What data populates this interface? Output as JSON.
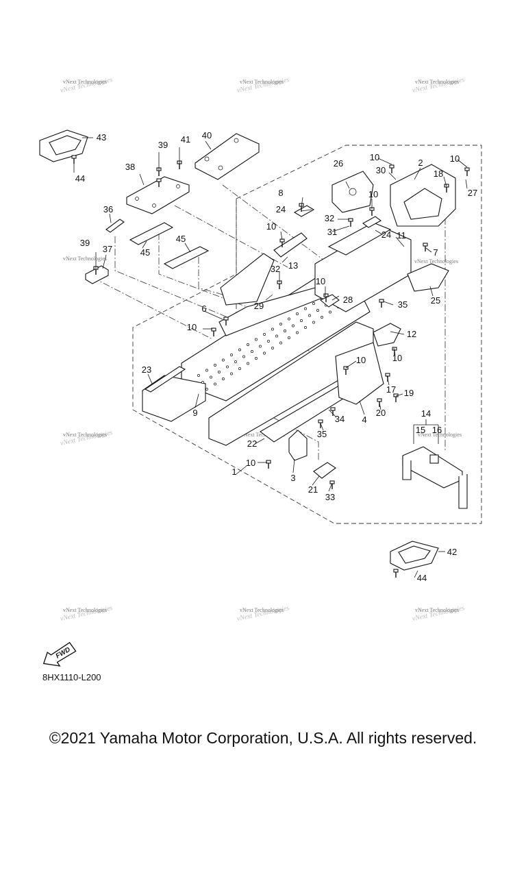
{
  "diagram_code": "8HX1110-L200",
  "copyright": "©2021 Yamaha Motor Corporation, U.S.A. All rights reserved.",
  "watermark_text": "vNext Technologies",
  "fwd_label": "FWD",
  "callouts": [
    {
      "id": "c1",
      "label": "1"
    },
    {
      "id": "c2",
      "label": "2"
    },
    {
      "id": "c3",
      "label": "3"
    },
    {
      "id": "c4",
      "label": "4"
    },
    {
      "id": "c6",
      "label": "6"
    },
    {
      "id": "c7",
      "label": "7"
    },
    {
      "id": "c8",
      "label": "8"
    },
    {
      "id": "c9",
      "label": "9"
    },
    {
      "id": "c10a",
      "label": "10"
    },
    {
      "id": "c10b",
      "label": "10"
    },
    {
      "id": "c10c",
      "label": "10"
    },
    {
      "id": "c10d",
      "label": "10"
    },
    {
      "id": "c10e",
      "label": "10"
    },
    {
      "id": "c10f",
      "label": "10"
    },
    {
      "id": "c10g",
      "label": "10"
    },
    {
      "id": "c10h",
      "label": "10"
    },
    {
      "id": "c10i",
      "label": "10"
    },
    {
      "id": "c11",
      "label": "11"
    },
    {
      "id": "c12",
      "label": "12"
    },
    {
      "id": "c13",
      "label": "13"
    },
    {
      "id": "c14",
      "label": "14"
    },
    {
      "id": "c15",
      "label": "15"
    },
    {
      "id": "c16",
      "label": "16"
    },
    {
      "id": "c17",
      "label": "17"
    },
    {
      "id": "c18",
      "label": "18"
    },
    {
      "id": "c19",
      "label": "19"
    },
    {
      "id": "c20",
      "label": "20"
    },
    {
      "id": "c21",
      "label": "21"
    },
    {
      "id": "c22",
      "label": "22"
    },
    {
      "id": "c23",
      "label": "23"
    },
    {
      "id": "c24a",
      "label": "24"
    },
    {
      "id": "c24b",
      "label": "24"
    },
    {
      "id": "c25",
      "label": "25"
    },
    {
      "id": "c26",
      "label": "26"
    },
    {
      "id": "c27",
      "label": "27"
    },
    {
      "id": "c28",
      "label": "28"
    },
    {
      "id": "c29",
      "label": "29"
    },
    {
      "id": "c30",
      "label": "30"
    },
    {
      "id": "c31",
      "label": "31"
    },
    {
      "id": "c32a",
      "label": "32"
    },
    {
      "id": "c32b",
      "label": "32"
    },
    {
      "id": "c33",
      "label": "33"
    },
    {
      "id": "c34",
      "label": "34"
    },
    {
      "id": "c35a",
      "label": "35"
    },
    {
      "id": "c35b",
      "label": "35"
    },
    {
      "id": "c36",
      "label": "36"
    },
    {
      "id": "c37",
      "label": "37"
    },
    {
      "id": "c38",
      "label": "38"
    },
    {
      "id": "c39a",
      "label": "39"
    },
    {
      "id": "c39b",
      "label": "39"
    },
    {
      "id": "c40",
      "label": "40"
    },
    {
      "id": "c41",
      "label": "41"
    },
    {
      "id": "c42",
      "label": "42"
    },
    {
      "id": "c43",
      "label": "43"
    },
    {
      "id": "c44a",
      "label": "44"
    },
    {
      "id": "c44b",
      "label": "44"
    },
    {
      "id": "c45a",
      "label": "45"
    },
    {
      "id": "c45b",
      "label": "45"
    }
  ]
}
